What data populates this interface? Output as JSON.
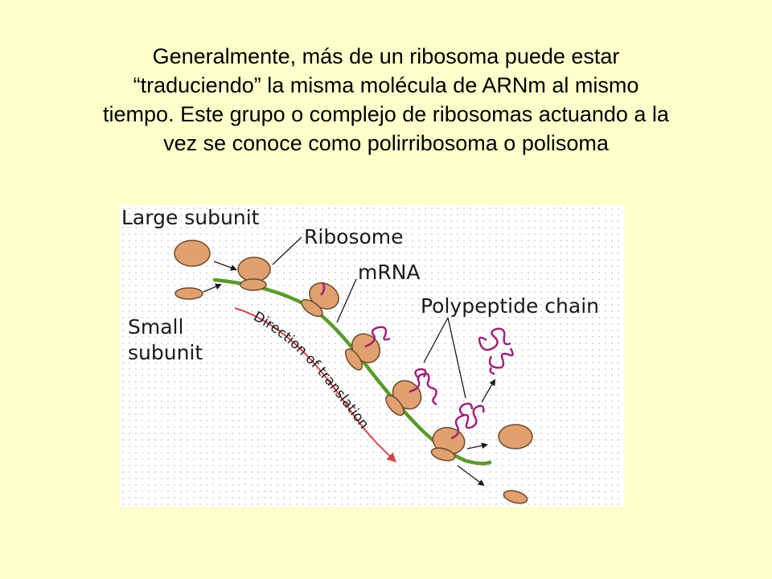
{
  "title_lines": [
    "Generalmente, más de un ribosoma puede estar",
    "“traduciendo” la misma molécula de ARNm al mismo",
    "tiempo. Este grupo o complejo de ribosomas actuando a la",
    "vez se conoce como polirribosoma o polisoma"
  ],
  "figure": {
    "labels": {
      "large_subunit": "Large subunit",
      "ribosome": "Ribosome",
      "mrna": "mRNA",
      "polypeptide_chain": "Polypeptide chain",
      "small_subunit_line1": "Small",
      "small_subunit_line2": "subunit",
      "direction": "Direction of translation"
    },
    "colors": {
      "background": "#ffffcc",
      "ribosome_fill": "#e0a070",
      "ribosome_stroke": "#6b4a2a",
      "mrna": "#5a9a2a",
      "polypeptide": "#a0207a",
      "direction_arrow": "#d84848"
    }
  }
}
